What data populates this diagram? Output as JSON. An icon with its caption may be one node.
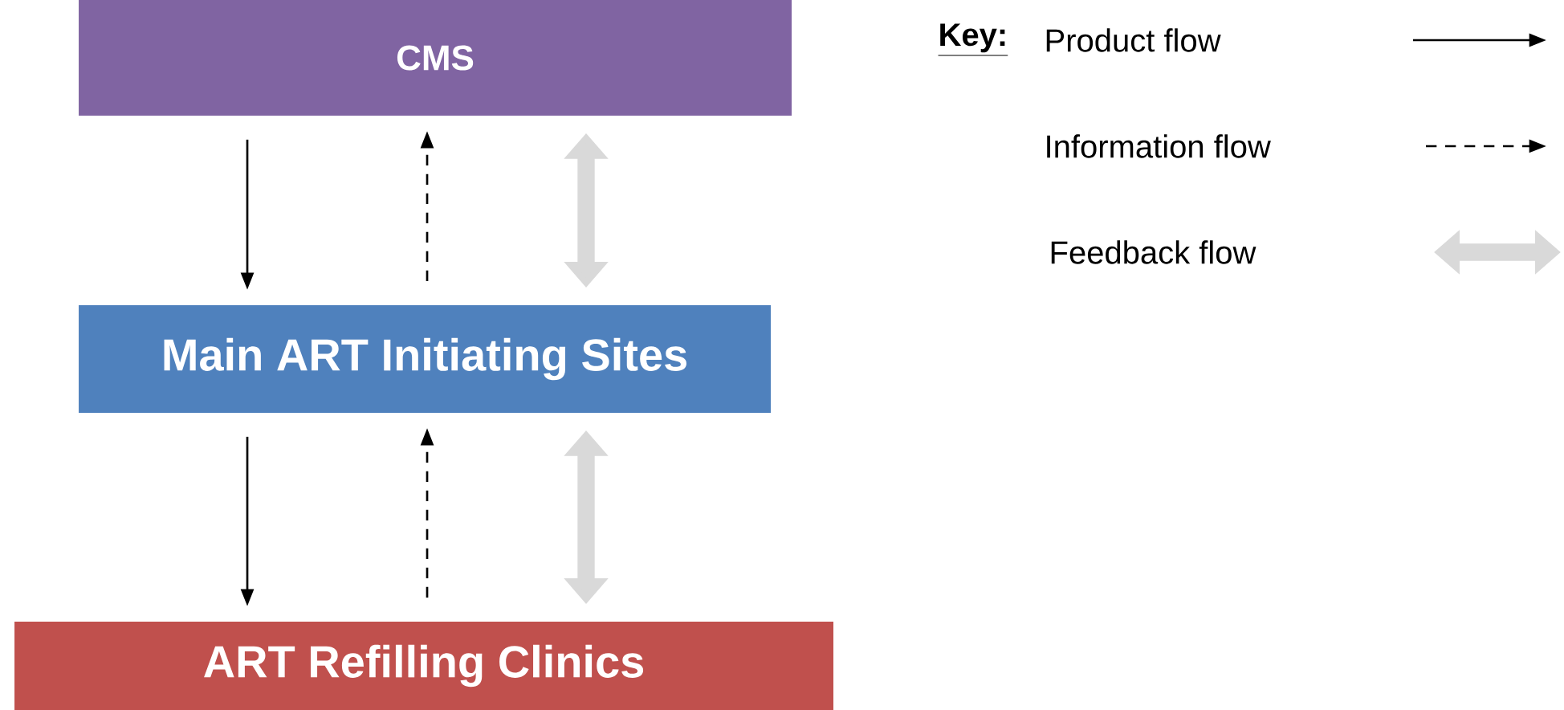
{
  "diagram": {
    "nodes": [
      {
        "text": [
          "CMS"
        ]
      },
      {
        "text": [
          "Main ART Initiating Sites"
        ]
      },
      {
        "text": [
          "ART Refilling Clinics"
        ]
      }
    ],
    "edges": [
      {
        "from": 0,
        "to": 1,
        "arrow": "to"
      },
      {
        "from": 1,
        "to": 0,
        "arrow": "to",
        "style": "dashed"
      },
      {
        "from": 0,
        "to": 1,
        "arrow": "both",
        "style": "thick",
        "color": "#d9d9d9"
      },
      {
        "from": 1,
        "to": 2,
        "arrow": "to"
      },
      {
        "from": 2,
        "to": 1,
        "arrow": "to",
        "style": "dashed"
      },
      {
        "from": 1,
        "to": 2,
        "arrow": "both",
        "style": "thick",
        "color": "#d9d9d9"
      }
    ],
    "labels": [
      "Key:"
    ],
    "legend": [
      {
        "text": "Product flow"
      },
      {
        "text": "Information flow"
      },
      {
        "text": "Feedback flow"
      }
    ]
  }
}
